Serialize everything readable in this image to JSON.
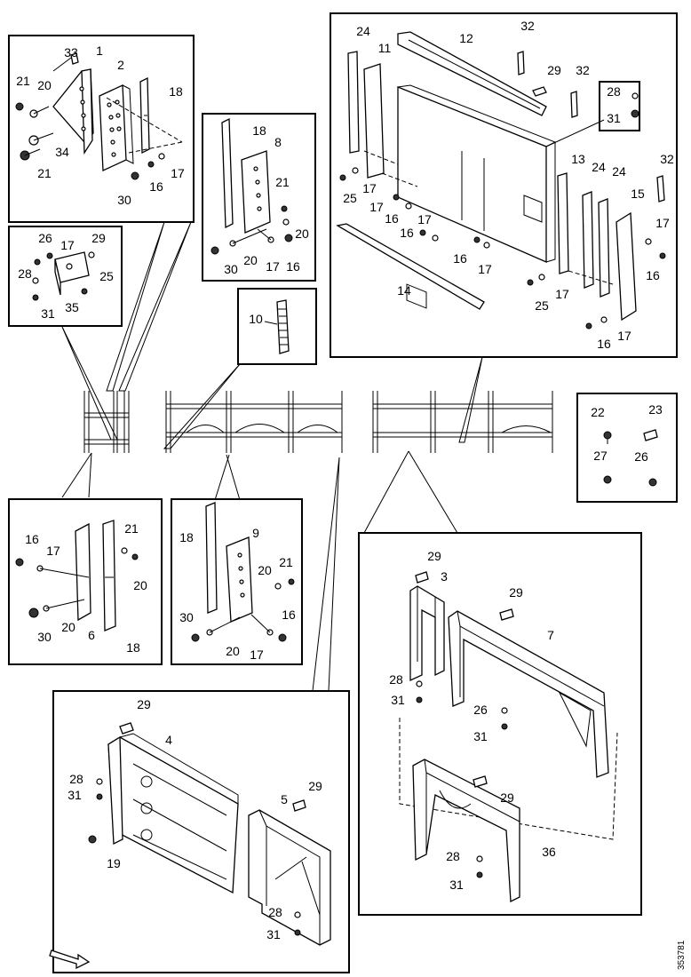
{
  "drawing_id": "353781",
  "panels": {
    "top_left": {
      "labels": [
        "33",
        "1",
        "2",
        "18",
        "21",
        "20",
        "34",
        "21",
        "16",
        "30",
        "17"
      ]
    },
    "mid_left": {
      "labels": [
        "26",
        "17",
        "29",
        "28",
        "25",
        "31",
        "35"
      ]
    },
    "mid_center": {
      "labels": [
        "18",
        "8",
        "21",
        "20",
        "30",
        "20",
        "17",
        "16"
      ]
    },
    "strip": {
      "labels": [
        "10"
      ]
    },
    "top_right": {
      "labels": [
        "24",
        "11",
        "12",
        "32",
        "29",
        "32",
        "28",
        "31",
        "25",
        "17",
        "17",
        "16",
        "17",
        "16",
        "16",
        "17",
        "14",
        "13",
        "24",
        "24",
        "15",
        "32",
        "17",
        "16",
        "25",
        "17",
        "16",
        "17"
      ]
    },
    "hardware": {
      "labels": [
        "22",
        "23",
        "27",
        "26"
      ]
    },
    "lower_left": {
      "labels": [
        "16",
        "17",
        "21",
        "20",
        "30",
        "20",
        "6",
        "18"
      ]
    },
    "lower_center": {
      "labels": [
        "18",
        "9",
        "20",
        "21",
        "16",
        "30",
        "20",
        "17"
      ]
    },
    "bottom_left": {
      "labels": [
        "29",
        "4",
        "28",
        "31",
        "29",
        "5",
        "19",
        "28",
        "31"
      ]
    },
    "bottom_right": {
      "labels": [
        "29",
        "3",
        "29",
        "7",
        "28",
        "31",
        "26",
        "31",
        "29",
        "28",
        "36",
        "31"
      ]
    }
  }
}
